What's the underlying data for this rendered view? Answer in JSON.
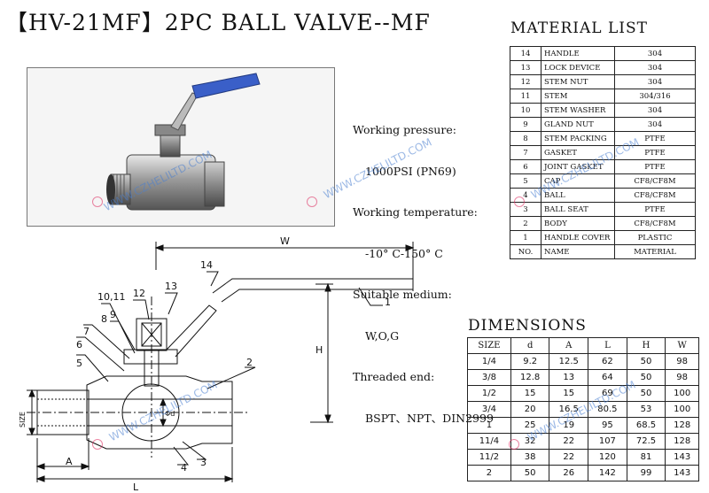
{
  "title": "【HV-21MF】2PC BALL VALVE--MF",
  "specs": {
    "pressure_label": "Working pressure:",
    "pressure_value": "1000PSI (PN69)",
    "temp_label": "Working temperature:",
    "temp_value": "-10° C-150° C",
    "medium_label": "Suitable medium:",
    "medium_value": "W,O,G",
    "end_label": "Threaded end:",
    "end_value": "BSPT、NPT、DIN2999"
  },
  "material_list": {
    "title": "MATERIAL LIST",
    "rows": [
      {
        "no": "14",
        "name": "HANDLE",
        "material": "304"
      },
      {
        "no": "13",
        "name": "LOCK DEVICE",
        "material": "304"
      },
      {
        "no": "12",
        "name": "STEM NUT",
        "material": "304"
      },
      {
        "no": "11",
        "name": "STEM",
        "material": "304/316"
      },
      {
        "no": "10",
        "name": "STEM WASHER",
        "material": "304"
      },
      {
        "no": "9",
        "name": "GLAND NUT",
        "material": "304"
      },
      {
        "no": "8",
        "name": "STEM PACKING",
        "material": "PTFE"
      },
      {
        "no": "7",
        "name": "GASKET",
        "material": "PTFE"
      },
      {
        "no": "6",
        "name": "JOINT GASKET",
        "material": "PTFE"
      },
      {
        "no": "5",
        "name": "CAP",
        "material": "CF8/CF8M"
      },
      {
        "no": "4",
        "name": "BALL",
        "material": "CF8/CF8M"
      },
      {
        "no": "3",
        "name": "BALL SEAT",
        "material": "PTFE"
      },
      {
        "no": "2",
        "name": "BODY",
        "material": "CF8/CF8M"
      },
      {
        "no": "1",
        "name": "HANDLE COVER",
        "material": "PLASTIC"
      }
    ],
    "footer": {
      "no": "NO.",
      "name": "NAME",
      "material": "MATERIAL"
    }
  },
  "dimensions": {
    "title": "DIMENSIONS",
    "headers": [
      "SIZE",
      "d",
      "A",
      "L",
      "H",
      "W"
    ],
    "rows": [
      [
        "1/4",
        "9.2",
        "12.5",
        "62",
        "50",
        "98"
      ],
      [
        "3/8",
        "12.8",
        "13",
        "64",
        "50",
        "98"
      ],
      [
        "1/2",
        "15",
        "15",
        "69",
        "50",
        "100"
      ],
      [
        "3/4",
        "20",
        "16.5",
        "80.5",
        "53",
        "100"
      ],
      [
        "1",
        "25",
        "19",
        "95",
        "68.5",
        "128"
      ],
      [
        "11/4",
        "32",
        "22",
        "107",
        "72.5",
        "128"
      ],
      [
        "11/2",
        "38",
        "22",
        "120",
        "81",
        "143"
      ],
      [
        "2",
        "50",
        "26",
        "142",
        "99",
        "143"
      ]
    ]
  },
  "drawing": {
    "labels": {
      "w": "W",
      "h": "H",
      "l": "L",
      "a": "A",
      "size": "SIZE",
      "d": "Φd",
      "p1": "1",
      "p2": "2",
      "p3": "3",
      "p4": "4",
      "p5": "5",
      "p6": "6",
      "p7": "7",
      "p8": "8",
      "p9": "9",
      "p1011": "10,11",
      "p12": "12",
      "p13": "13",
      "p14": "14"
    },
    "handle_color": "#3a5fc8"
  },
  "watermark": "WWW.CZHELILTD.COM"
}
